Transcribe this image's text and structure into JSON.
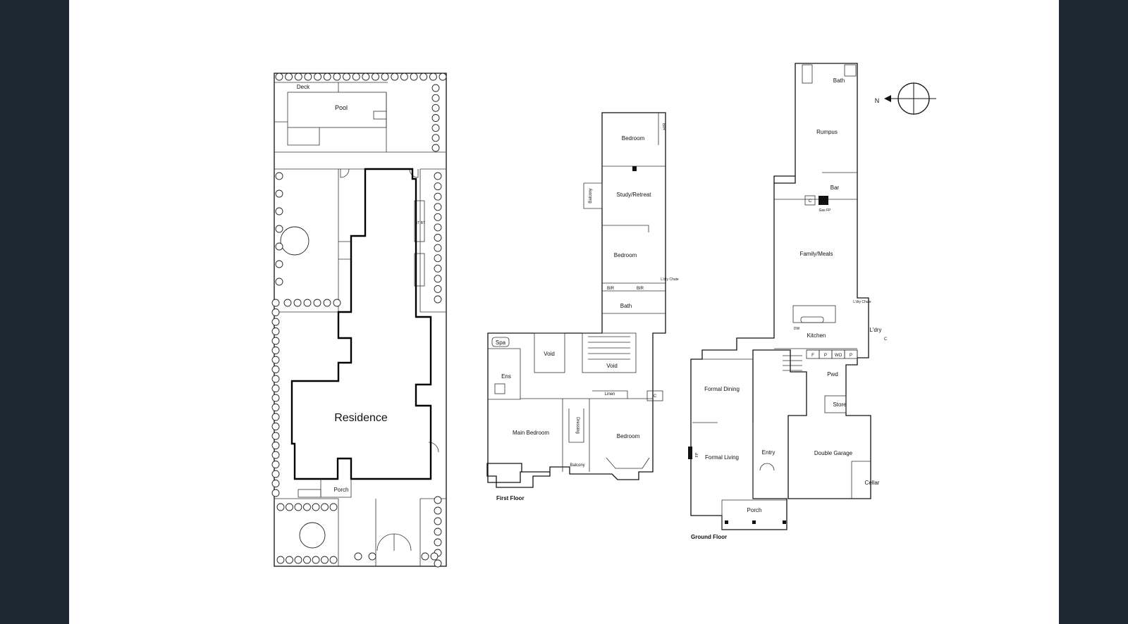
{
  "colors": {
    "background": "#1e2833",
    "page": "#ffffff",
    "ink": "#111111"
  },
  "site_plan": {
    "deck": "Deck",
    "pool": "Pool",
    "residence": "Residence",
    "porch": "Porch",
    "bt1": "BT",
    "bt2": "BT"
  },
  "first_floor": {
    "caption": "First Floor",
    "bedroom_top": "Bedroom",
    "bir_top": "BIR",
    "balcony_side": "Balcony",
    "study_retreat": "Study/Retreat",
    "bedroom_mid": "Bedroom",
    "ldry_chute": "L'dry Chute",
    "bir_left": "BIR",
    "bir_right": "BIR",
    "bath": "Bath",
    "spa": "Spa",
    "void_left": "Void",
    "void_right": "Void",
    "ens": "Ens",
    "linen": "Linen",
    "c": "C",
    "main_bedroom": "Main Bedroom",
    "dressing": "Dressing",
    "bedroom_bottom": "Bedroom",
    "balcony_bottom": "Balcony"
  },
  "ground_floor": {
    "caption": "Ground Floor",
    "bath": "Bath",
    "north": "N",
    "rumpus": "Rumpus",
    "bar": "Bar",
    "c": "C",
    "gas_fp": "Gas FP",
    "family_meals": "Family/Meals",
    "ldry_chute": "L'dry Chute",
    "dw": "DW",
    "kitchen": "Kitchen",
    "ldry": "L'dry",
    "c_ldry": "C",
    "f": "F",
    "p1": "P",
    "wo": "WO",
    "p2": "P",
    "pwd": "Pwd",
    "store": "Store",
    "formal_dining": "Formal Dining",
    "fp": "FP",
    "formal_living": "Formal Living",
    "entry": "Entry",
    "double_garage": "Double Garage",
    "cellar": "Cellar",
    "porch": "Porch"
  }
}
